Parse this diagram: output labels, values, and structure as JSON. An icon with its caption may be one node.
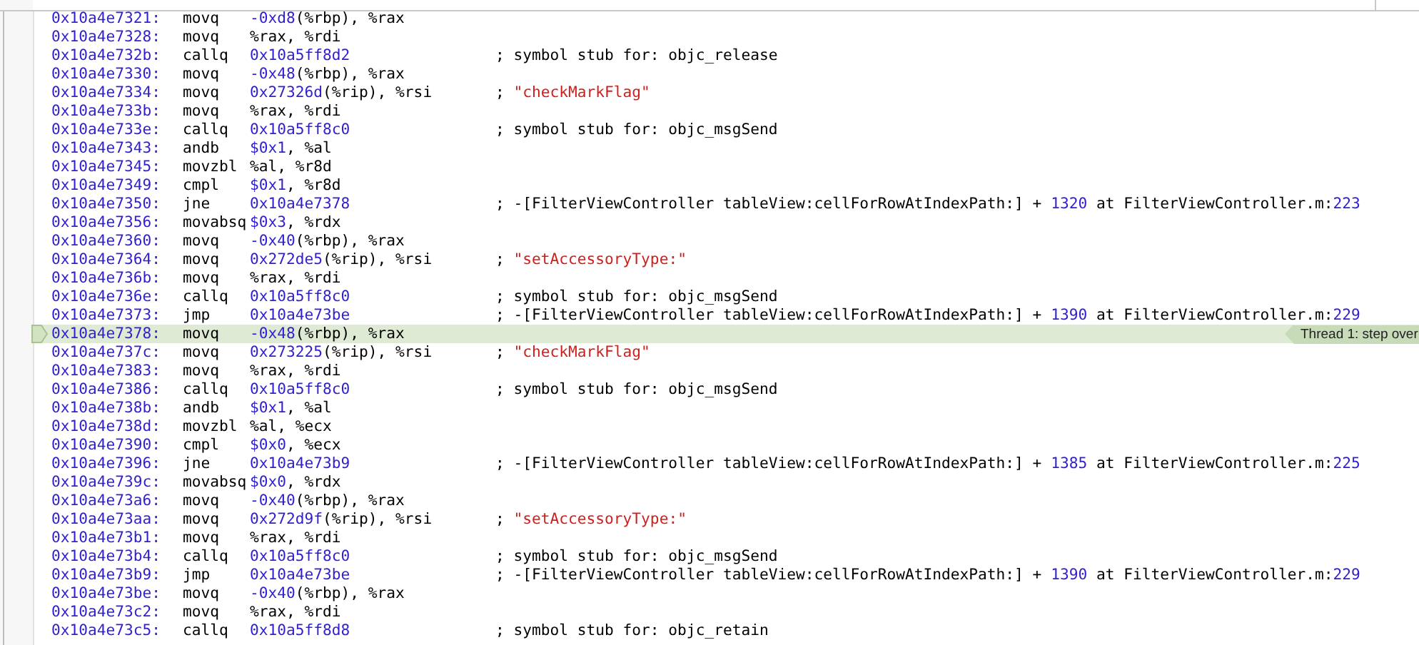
{
  "diagram": {
    "labels": [
      "0x10a4e7321:",
      "movq",
      "-0xd8(%rbp), %rax",
      "0x10a4e7328:",
      "movq",
      "%rax, %rdi",
      "0x10a4e732b:",
      "callq",
      "0x10a5ff8d2",
      "; symbol stub for: objc_release",
      "0x10a4e7330:",
      "movq",
      "-0x48(%rbp), %rax",
      "0x10a4e7334:",
      "movq",
      "0x27326d(%rip), %rsi",
      "; \"checkMarkFlag\"",
      "0x10a4e733b:",
      "movq",
      "%rax, %rdi",
      "0x10a4e733e:",
      "callq",
      "0x10a5ff8c0",
      "; symbol stub for: objc_msgSend",
      "0x10a4e7343:",
      "andb",
      "$0x1, %al",
      "0x10a4e7345:",
      "movzbl",
      "%al, %r8d",
      "0x10a4e7349:",
      "cmpl",
      "$0x1, %r8d",
      "0x10a4e7350:",
      "jne",
      "0x10a4e7378",
      "; -[FilterViewController tableView:cellForRowAtIndexPath:] + 1320 at FilterViewController.m:223",
      "0x10a4e7356:",
      "movabsq",
      "$0x3, %rdx",
      "0x10a4e7360:",
      "movq",
      "-0x40(%rbp), %rax",
      "0x10a4e7364:",
      "movq",
      "0x272de5(%rip), %rsi",
      "; \"setAccessoryType:\"",
      "0x10a4e736b:",
      "movq",
      "%rax, %rdi",
      "0x10a4e736e:",
      "callq",
      "0x10a5ff8c0",
      "; symbol stub for: objc_msgSend",
      "0x10a4e7373:",
      "jmp",
      "0x10a4e73be",
      "; -[FilterViewController tableView:cellForRowAtIndexPath:] + 1390 at FilterViewController.m:229",
      "0x10a4e7378:",
      "movq",
      "-0x48(%rbp), %rax",
      "Thread 1: step over",
      "0x10a4e737c:",
      "movq",
      "0x273225(%rip), %rsi",
      "; \"checkMarkFlag\"",
      "0x10a4e7383:",
      "movq",
      "%rax, %rdi",
      "0x10a4e7386:",
      "callq",
      "0x10a5ff8c0",
      "; symbol stub for: objc_msgSend",
      "0x10a4e738b:",
      "andb",
      "$0x1, %al",
      "0x10a4e738d:",
      "movzbl",
      "%al, %ecx",
      "0x10a4e7390:",
      "cmpl",
      "$0x0, %ecx",
      "0x10a4e7396:",
      "jne",
      "0x10a4e73b9",
      "; -[FilterViewController tableView:cellForRowAtIndexPath:] + 1385 at FilterViewController.m:225",
      "0x10a4e739c:",
      "movabsq",
      "$0x0, %rdx",
      "0x10a4e73a6:",
      "movq",
      "-0x40(%rbp), %rax",
      "0x10a4e73aa:",
      "movq",
      "0x272d9f(%rip), %rsi",
      "; \"setAccessoryType:\"",
      "0x10a4e73b1:",
      "movq",
      "%rax, %rdi",
      "0x10a4e73b4:",
      "callq",
      "0x10a5ff8c0",
      "; symbol stub for: objc_msgSend",
      "0x10a4e73b9:",
      "jmp",
      "0x10a4e73be",
      "; -[FilterViewController tableView:cellForRowAtIndexPath:] + 1390 at FilterViewController.m:229",
      "0x10a4e73be:",
      "movq",
      "-0x40(%rbp), %rax",
      "0x10a4e73c2:",
      "movq",
      "%rax, %rdi",
      "0x10a4e73c5:",
      "callq",
      "0x10a5ff8d8",
      "; symbol stub for: objc_retain"
    ]
  }
}
